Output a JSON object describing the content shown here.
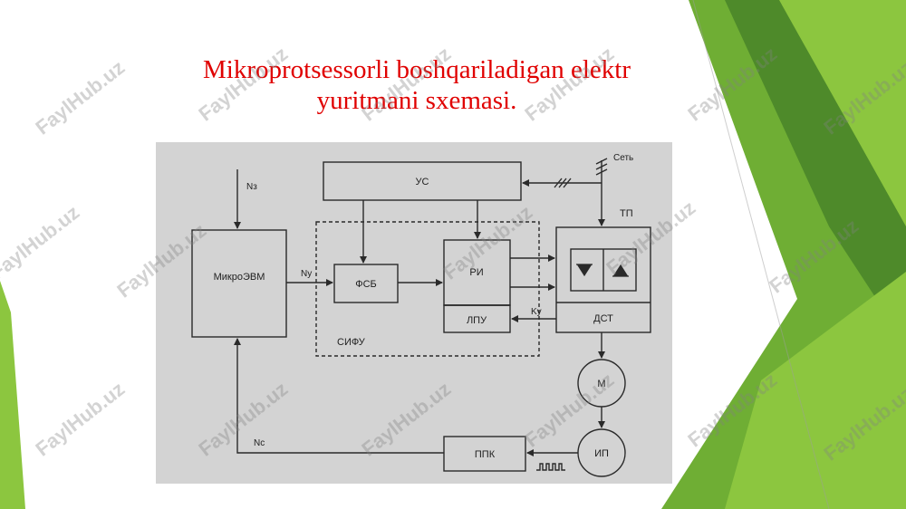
{
  "slide": {
    "title_line1": "Mikroprotsessorli boshqariladigan elektr",
    "title_line2": "yuritmani sxemasi.",
    "title_color": "#e00000"
  },
  "diagram": {
    "blocks": {
      "mikro_evm": "МикроЭВМ",
      "us": "УС",
      "fsb": "ФСБ",
      "ri": "РИ",
      "lpu": "ЛПУ",
      "dst": "ДСТ",
      "ppk": "ППК",
      "motor": "М",
      "ip": "ИП"
    },
    "labels": {
      "sifu": "СИФУ",
      "tp": "ТП",
      "set": "Сеть",
      "n_z": "Nз",
      "n_u": "Nу",
      "n_c": "Nс",
      "k_y": "Kу"
    }
  },
  "watermark": "FaylHub.uz",
  "colors": {
    "green_light": "#8cc63f",
    "green_dark": "#4e8a2a",
    "scan_background": "#d3d3d3",
    "line": "#2a2a2a"
  }
}
